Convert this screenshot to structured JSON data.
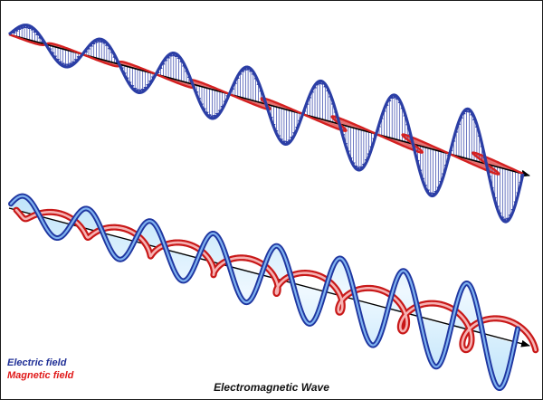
{
  "legend": {
    "electric": {
      "label": "Electric field",
      "color": "#1f2f96"
    },
    "magnetic": {
      "label": "Magnetic field",
      "color": "#e01919"
    }
  },
  "caption": "Electromagnetic Wave",
  "colors": {
    "electric_stroke": "#2b3ea5",
    "electric_arrows": "#2f40a8",
    "magnetic_stroke": "#d42020",
    "magnetic_fill": "#f29a9a",
    "electric_fill_light": "#d8eefb",
    "axis": "#000000"
  }
}
